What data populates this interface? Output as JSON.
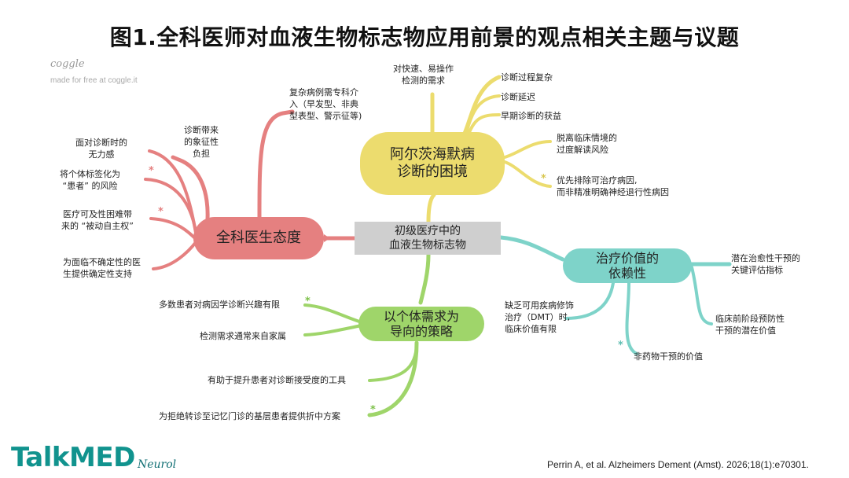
{
  "title": "图1.全科医师对血液生物标志物应用前景的观点相关主题与议题",
  "watermark": {
    "name": "coggle",
    "tagline": "made for free at coggle.it"
  },
  "center_node": {
    "line1": "初级医疗中的",
    "line2": "血液生物标志物"
  },
  "branches": {
    "gp_attitude": {
      "label": "全科医生态度",
      "color": "#e58080",
      "leaves": {
        "complex_case": [
          "复杂病例需专科介",
          "入（早发型、非典",
          "型表型、警示征等)"
        ],
        "symbolic_burden": [
          "诊断带来",
          "的象征性",
          "负担"
        ],
        "helpless": [
          "面对诊断时的",
          "无力感"
        ],
        "labeling": [
          "将个体标签化为",
          "“患者” 的风险"
        ],
        "passive_autonomy": [
          "医疗可及性困难带",
          "来的 “被动自主权”"
        ],
        "certainty": [
          "为面临不确定性的医",
          "生提供确定性支持"
        ]
      }
    },
    "ad_dilemma": {
      "label_line1": "阿尔茨海默病",
      "label_line2": "诊断的困境",
      "color": "#ecdc6e",
      "leaves": {
        "need": [
          "对快速、易操作",
          "检测的需求"
        ],
        "complex_process": "诊断过程复杂",
        "delay": "诊断延迟",
        "early_benefit": "早期诊断的获益",
        "overinterpret": [
          "脱离临床情境的",
          "过度解读风险"
        ],
        "exclude": [
          "优先排除可治疗病因,",
          "而非精准明确神经退行性病因"
        ]
      }
    },
    "therapy_value": {
      "label_line1": "治疗价值的",
      "label_line2": "依赖性",
      "color": "#7ed3c9",
      "leaves": {
        "curative": [
          "潜在治愈性干预的",
          "关键评估指标"
        ],
        "preventive": [
          "临床前阶段预防性",
          "干预的潜在价值"
        ],
        "dmt": [
          "缺乏可用疾病修饰",
          "治疗（DMT）时,",
          "临床价值有限"
        ],
        "nonpharm": "非药物干预的价值"
      }
    },
    "individual": {
      "label_line1": "以个体需求为",
      "label_line2": "导向的策略",
      "color": "#9fd56a",
      "leaves": {
        "interest": "多数患者对病因学诊断兴趣有限",
        "family": "检测需求通常来自家属",
        "tool": "有助于提升患者对诊断接受度的工具",
        "compromise": "为拒绝转诊至记忆门诊的基层患者提供折中方案"
      }
    }
  },
  "star_mark": "*",
  "brand": {
    "name": "TalkMED",
    "sub": "Neurol"
  },
  "citation": "Perrin A, et al. Alzheimers Dement (Amst). 2026;18(1):e70301."
}
